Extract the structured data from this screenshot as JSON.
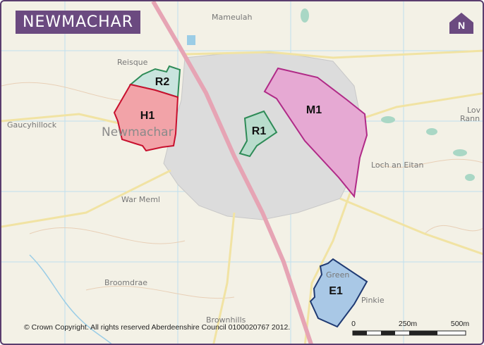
{
  "map": {
    "title": "NEWMACHAR",
    "north_label": "N",
    "copyright": "© Crown Copyright. All rights reserved Aberdeenshire Council 0100020767 2012.",
    "scale": {
      "labels": [
        "0",
        "250m",
        "500m"
      ]
    },
    "place_names": [
      "Mameulah",
      "Reisque",
      "Gaucyhillock",
      "Newmachar",
      "War Meml",
      "Broomdrae",
      "Brownhills",
      "Loch an Eitan",
      "Pinkie",
      "Green",
      "Lov",
      "Rann"
    ],
    "zones": [
      {
        "id": "R2",
        "label": "R2",
        "fill": "#c9e4de",
        "stroke": "#2e8b57"
      },
      {
        "id": "H1",
        "label": "H1",
        "fill": "#f2a3a8",
        "stroke": "#c8102e"
      },
      {
        "id": "R1",
        "label": "R1",
        "fill": "#b9dccc",
        "stroke": "#2e8b57"
      },
      {
        "id": "M1",
        "label": "M1",
        "fill": "#e6a9d3",
        "stroke": "#b02a87"
      },
      {
        "id": "E1",
        "label": "E1",
        "fill": "#a9c8e6",
        "stroke": "#1f3a73"
      }
    ],
    "colors": {
      "frame": "#5a3d6e",
      "title_bg": "#6b4a80",
      "road_main": "#e6a4b4",
      "road_minor": "#f1e3a3",
      "urban": "#dcdcdc"
    }
  }
}
